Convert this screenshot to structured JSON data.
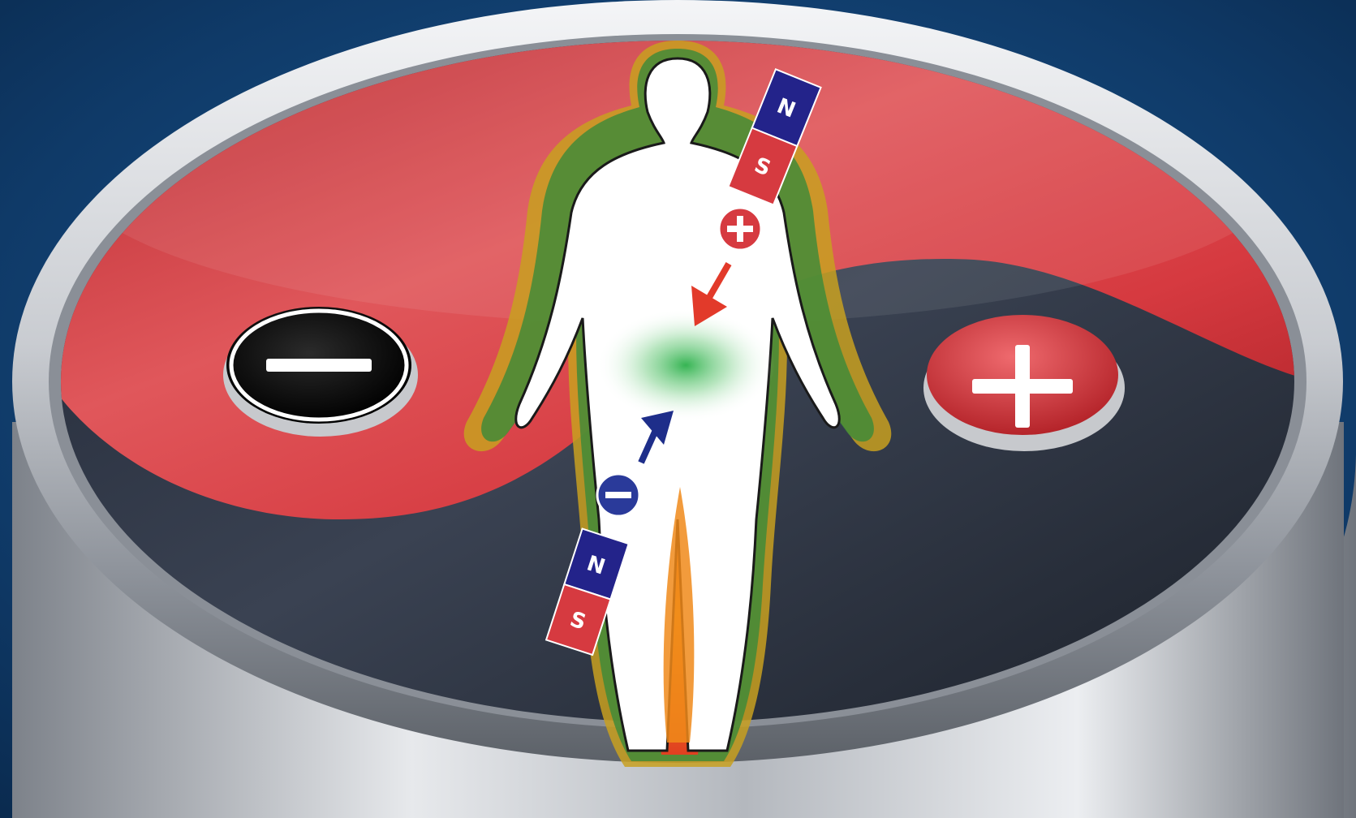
{
  "illustration": {
    "icons": [
      "negative-pole-icon",
      "positive-pole-icon",
      "human-figure-icon",
      "bar-magnet-icon",
      "plus-sign-icon",
      "minus-sign-icon",
      "arrow-icon"
    ],
    "colors": {
      "background": "#0f3a68",
      "red_half": "#d63a40",
      "dark_half": "#2a3140",
      "metal_rim": "#c9ccd1",
      "green_glow": "#2bb04a",
      "arrow_red": "#e23a2a",
      "arrow_blue": "#1e2e8a",
      "aura_orange": "#f08a1a"
    },
    "upper_magnet": {
      "north_label": "N",
      "south_label": "S"
    },
    "lower_magnet": {
      "north_label": "N",
      "south_label": "S"
    }
  }
}
